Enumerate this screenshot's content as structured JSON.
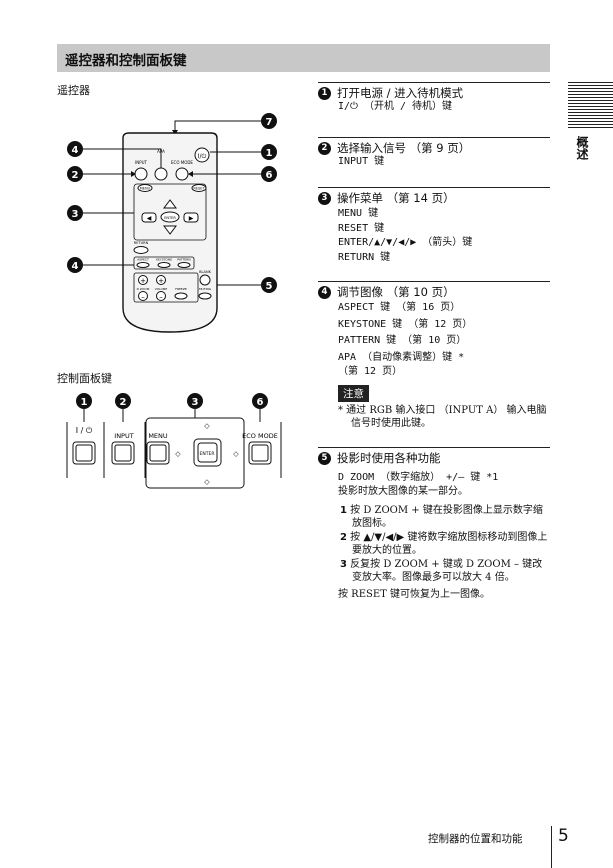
{
  "header": {
    "title": "遥控器和控制面板键"
  },
  "left": {
    "remote_label": "遥控器",
    "panel_label": "控制面板键",
    "remote": {
      "buttons": {
        "input": "INPUT",
        "apa": "APA",
        "eco": "ECO MODE",
        "menu": "MENU",
        "reset": "RESET",
        "enter": "ENTER",
        "return": "RETURN",
        "aspect": "ASPECT",
        "keystone": "KEYSTONE",
        "pattern": "PATTERN",
        "blank": "BLANK",
        "dzoom": "D ZOOM",
        "volume": "VOLUME",
        "freeze": "FREEZE",
        "muting": "MUTING"
      },
      "callouts": [
        "7",
        "4",
        "2",
        "3",
        "4",
        "1",
        "6",
        "5"
      ]
    },
    "panel": {
      "power_label": "I / ⏻",
      "input_label": "INPUT",
      "menu_label": "MENU",
      "enter_label": "ENTER",
      "eco_label": "ECO MODE",
      "callouts": [
        "1",
        "2",
        "3",
        "6"
      ]
    }
  },
  "items": [
    {
      "num": "1",
      "head": "打开电源 / 进入待机模式",
      "lines": [
        "I/⏻ （开机 / 待机）键"
      ]
    },
    {
      "num": "2",
      "head": "选择输入信号 （第 9 页）",
      "lines": [
        "INPUT 键"
      ]
    },
    {
      "num": "3",
      "head": "操作菜单 （第 14 页）",
      "lines": [
        "MENU 键",
        "RESET 键",
        "ENTER/▲/▼/◀/▶ （箭头）键",
        "RETURN 键"
      ]
    },
    {
      "num": "4",
      "head": "调节图像 （第 10 页）",
      "lines": [
        "ASPECT 键 （第 16 页）",
        "KEYSTONE 键 （第 12 页）",
        "PATTERN 键 （第 10 页）",
        "APA （自动像素调整）键 *",
        "（第 12 页）"
      ],
      "note_tag": "注意",
      "note": "* 通过 RGB 输入接口 （INPUT A） 输入电脑信号时使用此键。"
    },
    {
      "num": "5",
      "head": "投影时使用各种功能",
      "lines": [
        "D ZOOM （数字缩放） +/– 键 *1",
        "投影时放大图像的某一部分。"
      ],
      "steps": [
        {
          "n": "1",
          "text": "按 D ZOOM + 键在投影图像上显示数字缩放图标。"
        },
        {
          "n": "2",
          "text": "按 ▲/▼/◀/▶ 键将数字缩放图标移动到图像上要放大的位置。"
        },
        {
          "n": "3",
          "text": "反复按 D ZOOM + 键或 D ZOOM – 键改变放大率。图像最多可以放大 4 倍。"
        }
      ],
      "closing": "按 RESET 键可恢复为上一图像。"
    }
  ],
  "side_tab": {
    "label": "概述"
  },
  "footer": {
    "label": "控制器的位置和功能",
    "page": "5"
  }
}
